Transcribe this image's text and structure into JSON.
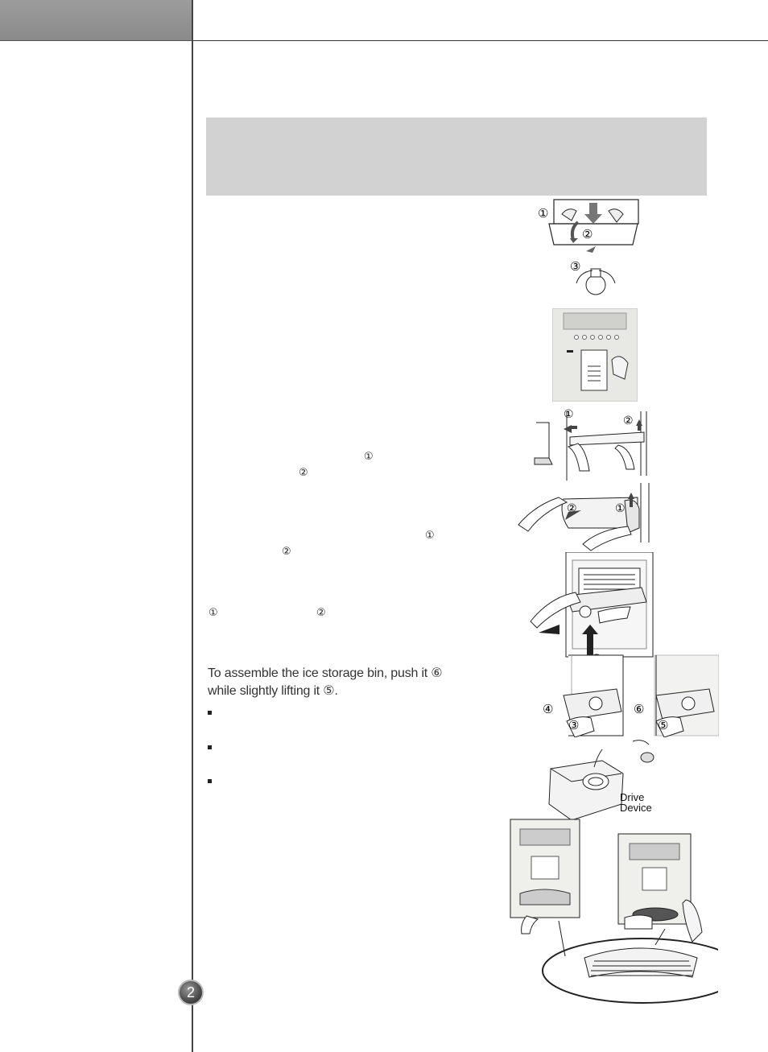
{
  "page": {
    "page_number": "2"
  },
  "markers": {
    "a1": "①",
    "a2": "②",
    "b1": "①",
    "b2": "②",
    "c1": "①",
    "c2": "②"
  },
  "assemble": {
    "line1": "To assemble the ice storage bin, push it ⑥",
    "line2": " while slightly lifting it ⑤."
  },
  "figures": {
    "lamp": {
      "n1": "①",
      "n2": "②",
      "n3": "③"
    },
    "shelf": {
      "n1": "①",
      "n2": "②"
    },
    "door_bin": {
      "n1": "①",
      "n2": "②"
    },
    "bins": {
      "n4": "④",
      "n3": "③",
      "n6": "⑥",
      "n5": "⑤"
    },
    "drive": {
      "line1": "Drive",
      "line2": "Device"
    }
  },
  "colors": {
    "header_tab": "#8f8f8f",
    "gray_box": "#d2d2d2",
    "rule": "#333333"
  }
}
